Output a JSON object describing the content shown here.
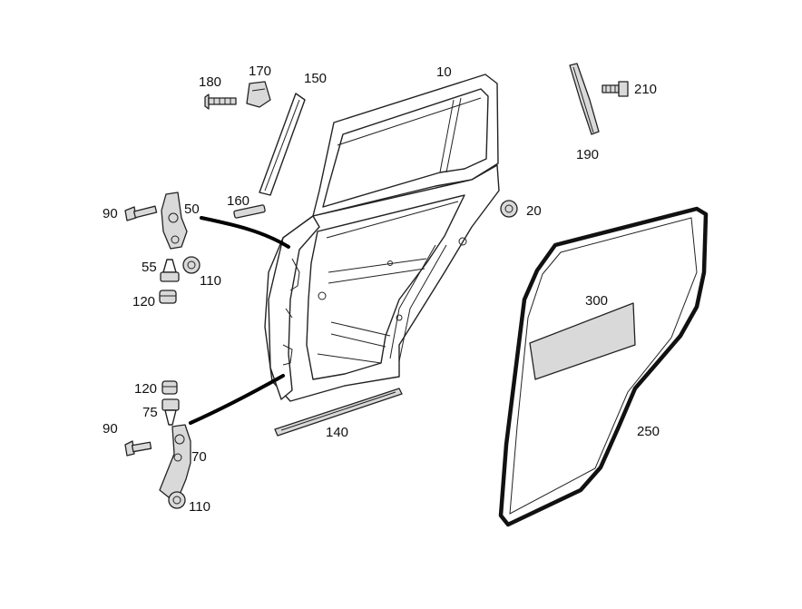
{
  "labels": {
    "p10": "10",
    "p20": "20",
    "p50": "50",
    "p55": "55",
    "p70": "70",
    "p75": "75",
    "p90a": "90",
    "p90b": "90",
    "p110a": "110",
    "p110b": "110",
    "p120a": "120",
    "p120b": "120",
    "p140": "140",
    "p150": "150",
    "p160": "160",
    "p170": "170",
    "p180": "180",
    "p190": "190",
    "p210": "210",
    "p250": "250",
    "p300": "300"
  }
}
